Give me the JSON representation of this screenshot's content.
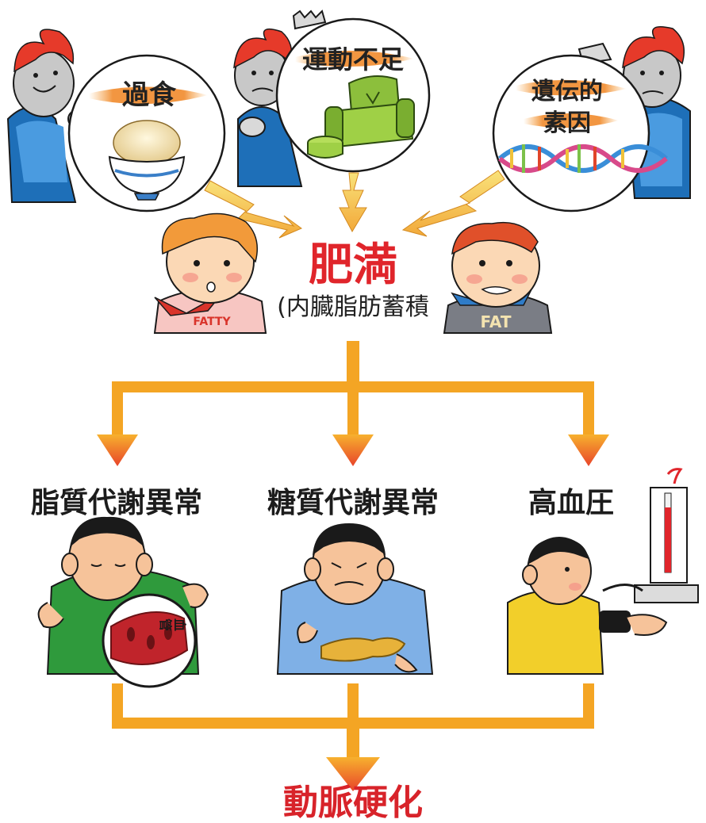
{
  "causes": [
    {
      "label": "過食"
    },
    {
      "label": "運動不足"
    },
    {
      "label": "遺伝的\n素因"
    }
  ],
  "center": {
    "title": "肥満",
    "subtitle": "(内臓脂肪蓄積"
  },
  "shirts": {
    "left": "FATTY",
    "right": "FAT"
  },
  "conditions": [
    {
      "label": "脂質代謝異常"
    },
    {
      "label": "糖質代謝異常"
    },
    {
      "label": "高血圧"
    }
  ],
  "lens_text": "血管",
  "result": {
    "label": "動脈硬化"
  },
  "colors": {
    "arrow_orange": "#f4a524",
    "arrow_red": "#e8442a",
    "title_red": "#e0252b",
    "zigzag_yellow": "#f6c94a"
  }
}
